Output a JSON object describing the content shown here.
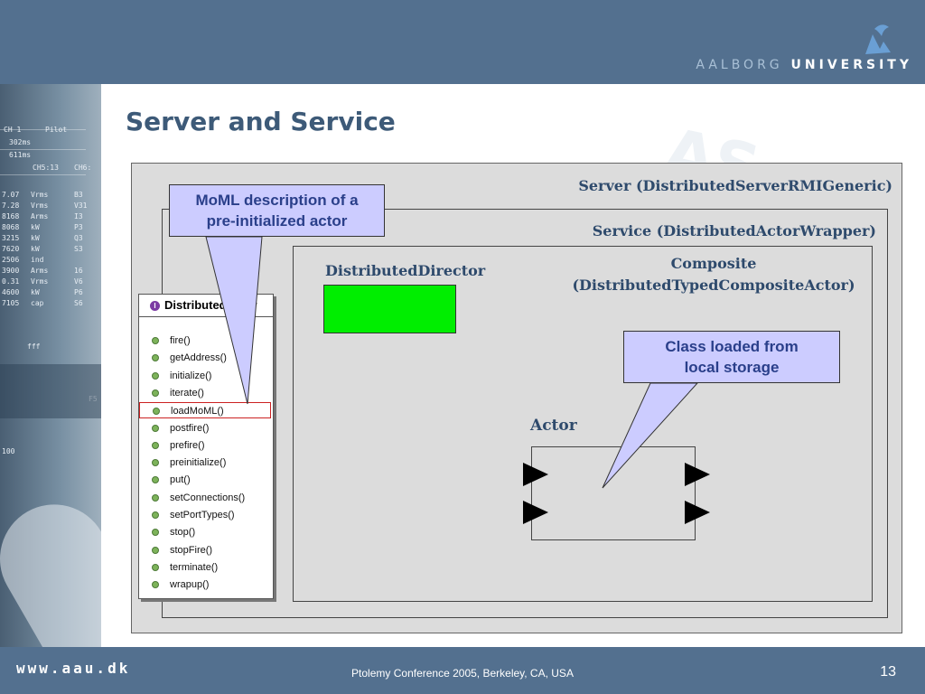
{
  "header": {
    "logo_word1": "AALBORG",
    "logo_word2": "UNIVERSITY",
    "brand_color": "#53708f"
  },
  "slide": {
    "title": "Server and Service"
  },
  "diagram": {
    "server_label": "Server (DistributedServerRMIGeneric)",
    "service_label": "Service (DistributedActorWrapper)",
    "composite_label_1": "Composite",
    "composite_label_2": "(DistributedTypedCompositeActor)",
    "director_label": "DistributedDirector",
    "director_color": "#00ee00",
    "actor_label": "Actor",
    "callout_moml_1": "MoML description of a",
    "callout_moml_2": "pre-initialized actor",
    "callout_class_1": "Class loaded from",
    "callout_class_2": "local storage",
    "callout_color": "#ccccff"
  },
  "class_panel": {
    "title": "DistributedActor",
    "badge": "I",
    "methods": [
      "fire()",
      "getAddress()",
      "initialize()",
      "iterate()",
      "loadMoML()",
      "postfire()",
      "prefire()",
      "preinitialize()",
      "put()",
      "setConnections()",
      "setPortTypes()",
      "stop()",
      "stopFire()",
      "terminate()",
      "wrapup()"
    ],
    "highlighted_method": "loadMoML()"
  },
  "footer": {
    "url": "www.aau.dk",
    "conference": "Ptolemy Conference 2005, Berkeley, CA, USA",
    "page_number": "13"
  },
  "background_screen_text": [
    "CH 1",
    "Pilot",
    "302ms",
    "611ms",
    "CH5:13",
    "CH6:",
    "7.07",
    "Vrms",
    "7.28",
    "Vrms",
    "8168",
    "Arms",
    "8068",
    "kW",
    "3215",
    "kW",
    "7620",
    "kW",
    "2506",
    "ind",
    "3900",
    "Arms",
    "0.31",
    "Vrms",
    "4600",
    "kW",
    "7105",
    "cap",
    "B3",
    "V31",
    "I3",
    "P3",
    "Q3",
    "S3",
    "16",
    "V6",
    "P6",
    "S6",
    "fff",
    "F5",
    "100"
  ]
}
